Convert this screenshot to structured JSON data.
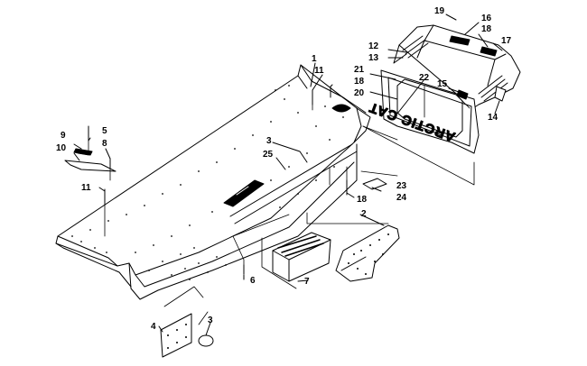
{
  "figure": {
    "brand_text": "ARCTIC CAT",
    "callouts": [
      {
        "id": "c1",
        "label": "1"
      },
      {
        "id": "c11a",
        "label": "11"
      },
      {
        "id": "c18a",
        "label": "18"
      },
      {
        "id": "c20",
        "label": "20"
      },
      {
        "id": "c21",
        "label": "21"
      },
      {
        "id": "c22",
        "label": "22"
      },
      {
        "id": "c12",
        "label": "12"
      },
      {
        "id": "c13",
        "label": "13"
      },
      {
        "id": "c19",
        "label": "19"
      },
      {
        "id": "c16",
        "label": "16"
      },
      {
        "id": "c18b",
        "label": "18"
      },
      {
        "id": "c17",
        "label": "17"
      },
      {
        "id": "c15",
        "label": "15"
      },
      {
        "id": "c14",
        "label": "14"
      },
      {
        "id": "c9",
        "label": "9"
      },
      {
        "id": "c10",
        "label": "10"
      },
      {
        "id": "c5",
        "label": "5"
      },
      {
        "id": "c8",
        "label": "8"
      },
      {
        "id": "c3a",
        "label": "3"
      },
      {
        "id": "c25",
        "label": "25"
      },
      {
        "id": "c11b",
        "label": "11"
      },
      {
        "id": "c18c",
        "label": "18"
      },
      {
        "id": "c23",
        "label": "23"
      },
      {
        "id": "c24",
        "label": "24"
      },
      {
        "id": "c2",
        "label": "2"
      },
      {
        "id": "c6",
        "label": "6"
      },
      {
        "id": "c7",
        "label": "7"
      },
      {
        "id": "c4",
        "label": "4"
      },
      {
        "id": "c3b",
        "label": "3"
      }
    ]
  }
}
